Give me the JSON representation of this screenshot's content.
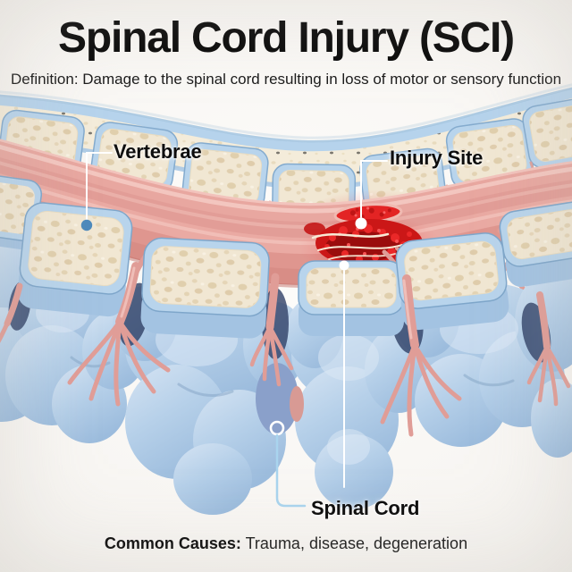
{
  "title": "Spinal Cord Injury (SCI)",
  "definition": "Definition: Damage to the spinal cord resulting in loss of motor or sensory function",
  "labels": {
    "vertebrae": "Vertebrae",
    "injury_site": "Injury Site",
    "spinal_cord": "Spinal Cord"
  },
  "footer": {
    "label": "Common Causes:",
    "text": " Trauma, disease, degeneration"
  },
  "markers": {
    "vertebrae_marker": "filled-blue-dot",
    "injury_site_marker": "filled-white-dot",
    "injury_lower_marker": "filled-white-dot",
    "spinal_cord_marker": "open-white-circle"
  },
  "colors": {
    "background": "#f8f6f3",
    "bone_cream": "#f1e7d3",
    "bone_speckle": "#dbc6a0",
    "cartilage_blue": "#b8d4ec",
    "vertebra_body_blue": "#b2cde8",
    "cord_pink": "#e8a7a0",
    "injury_red": "#cb1717",
    "injury_bright_red": "#ea2828",
    "leader_white": "#ffffff",
    "leader_blue": "#a9d4ee",
    "marker_blue": "#4d8abc",
    "text_black": "#0a0a0a"
  }
}
